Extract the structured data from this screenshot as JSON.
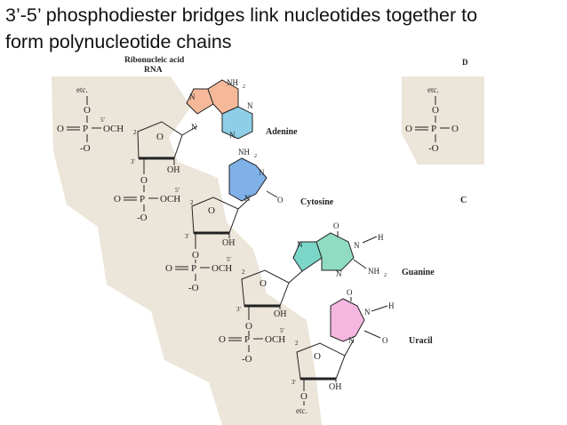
{
  "slide": {
    "title": "3’-5’ phosphodiester bridges link nucleotides together to\nform polynucleotide chains"
  },
  "figure": {
    "colors": {
      "backbone_band": "#ece5d9",
      "adenine": "#f5b99a",
      "adenine_ring": "#8ecfe7",
      "cytosine": "#7fb0e8",
      "guanine_ring5": "#7ad6c9",
      "guanine_ring6": "#8fdcc3",
      "uracil": "#f5b6e0"
    },
    "header": {
      "label_main": "Ribonucleic acid",
      "label_sub": "RNA",
      "label_right": "D"
    },
    "etc_top_left": "etc.",
    "etc_top_right": "etc.",
    "etc_bottom": "etc.",
    "bases": {
      "adenine": "Adenine",
      "cytosine": "Cytosine",
      "guanine": "Guanine",
      "uracil": "Uracil",
      "right_partial": "C"
    },
    "chem": {
      "nh2": "NH",
      "nh2_sub": "2",
      "oh": "OH",
      "och2": "OCH",
      "och2_sub": "2",
      "p": "P",
      "o": "O",
      "o_minus": "-O",
      "n": "N",
      "h": "H",
      "three_prime": "3'",
      "five_prime": "5'"
    }
  }
}
